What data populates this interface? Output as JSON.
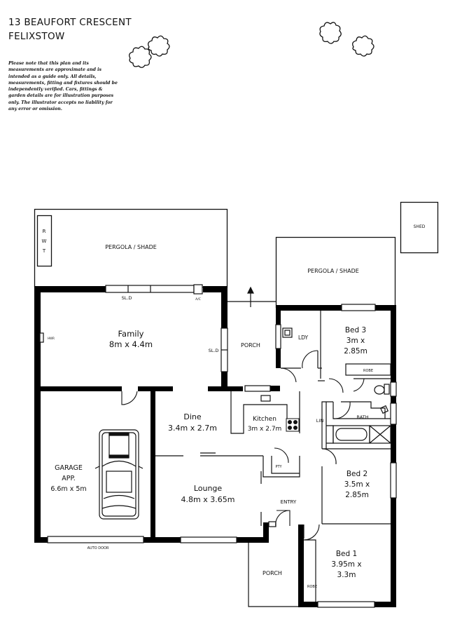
{
  "header": {
    "address_line1": "13 BEAUFORT CRESCENT",
    "address_line2": "FELIXSTOW",
    "disclaimer": "Please note that this plan and its measurements are approximate and is intended as a guide only. All details, measurements, fitting and fixtures should be independently verified. Cars, fittings & garden details are for illustration purposes only. The illustrator accepts no liability for any error or omission."
  },
  "plan": {
    "colors": {
      "wall": "#000000",
      "line": "#111111",
      "background": "#ffffff"
    },
    "outdoor": {
      "pergola_west": "PERGOLA / SHADE",
      "pergola_east": "PERGOLA / SHADE",
      "shed": "SHED",
      "rwt": [
        "R",
        "W",
        "T"
      ],
      "porch_north": "PORCH",
      "porch_south": "PORCH"
    },
    "rooms": {
      "family": {
        "name": "Family",
        "size": "8m x 4.4m"
      },
      "garage": {
        "name_line1": "GARAGE",
        "name_line2": "APP.",
        "size": "6.6m x 5m"
      },
      "dine": {
        "name": "Dine",
        "size": "3.4m x 2.7m"
      },
      "kitchen": {
        "name": "Kitchen",
        "size": "3m x 2.7m"
      },
      "lounge": {
        "name": "Lounge",
        "size": "4.8m x 3.65m"
      },
      "bed3": {
        "name": "Bed 3",
        "size_line1": "3m x",
        "size_line2": "2.85m"
      },
      "bed2": {
        "name": "Bed 2",
        "size_line1": "3.5m x",
        "size_line2": "2.85m"
      },
      "bed1": {
        "name": "Bed 1",
        "size_line1": "3.95m x",
        "size_line2": "3.3m"
      }
    },
    "annotations": {
      "sld_north": "SL.D",
      "sld_east": "SL.D",
      "ac": "A/C",
      "hwr": "HWR",
      "ldy": "LDY",
      "robe_bed3": "ROBE",
      "robe_bed1": "ROBE",
      "bath": "BATH",
      "lin": "LIN",
      "pty": "PTY",
      "entry": "ENTRY",
      "auto_door": "AUTO DOOR"
    }
  }
}
